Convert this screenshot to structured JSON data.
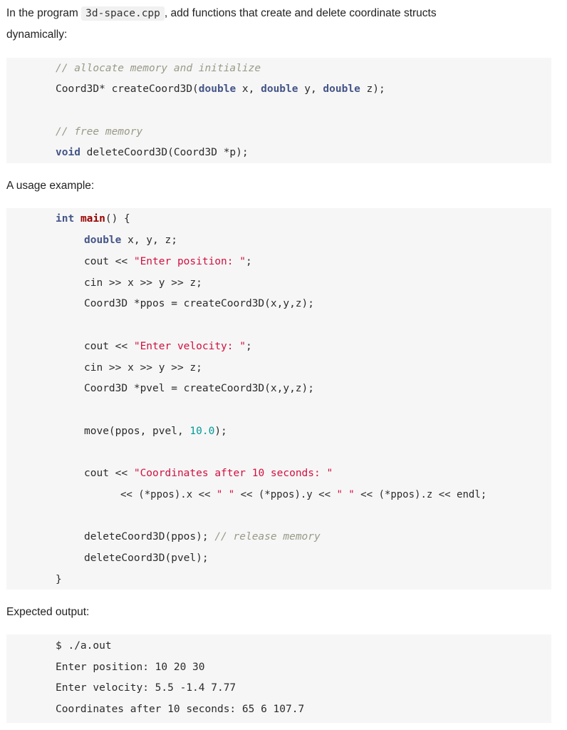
{
  "intro": {
    "before": "In the program",
    "filename": "3d-space.cpp",
    "after": ", add functions that create and delete coordinate structs",
    "line2": "dynamically:"
  },
  "block1": {
    "comment_alloc": "// allocate memory and initialize",
    "create_ret": "Coord3D* createCoord3D(",
    "double1": "double",
    "px": " x, ",
    "double2": "double",
    "py": " y, ",
    "double3": "double",
    "pz": " z);",
    "comment_free": "// free memory",
    "void_kw": "void",
    "delete_sig": " deleteCoord3D(Coord3D *p);"
  },
  "usage_label": "A usage example:",
  "block2": {
    "int_kw": "int",
    "main_fn": "main",
    "main_rest": "() {",
    "double_kw": "double",
    "decl_rest": " x, y, z;",
    "cout1_a": "cout << ",
    "cout1_str": "\"Enter position: \"",
    "cout1_b": ";",
    "cin1": "cin >> x >> y >> z;",
    "ppos_line": "Coord3D *ppos = createCoord3D(x,y,z);",
    "cout2_a": "cout << ",
    "cout2_str": "\"Enter velocity: \"",
    "cout2_b": ";",
    "cin2": "cin >> x >> y >> z;",
    "pvel_line": "Coord3D *pvel = createCoord3D(x,y,z);",
    "move_a": "move(ppos, pvel, ",
    "move_num": "10.0",
    "move_b": ");",
    "cout3_a": "cout << ",
    "cout3_str": "\"Coordinates after 10 seconds: \"",
    "cont_a": "<< (*ppos).x << ",
    "cont_s1": "\" \"",
    "cont_b": " << (*ppos).y << ",
    "cont_s2": "\" \"",
    "cont_c": " << (*ppos).z << endl;",
    "del1": "deleteCoord3D(ppos); ",
    "del1_comment": "// release memory",
    "del2": "deleteCoord3D(pvel);",
    "close_brace": "}"
  },
  "output_label": "Expected output:",
  "block3": {
    "lines": [
      "$ ./a.out",
      "Enter position: 10 20 30",
      "Enter velocity: 5.5 -1.4 7.77",
      "Coordinates after 10 seconds: 65 6 107.7"
    ]
  }
}
